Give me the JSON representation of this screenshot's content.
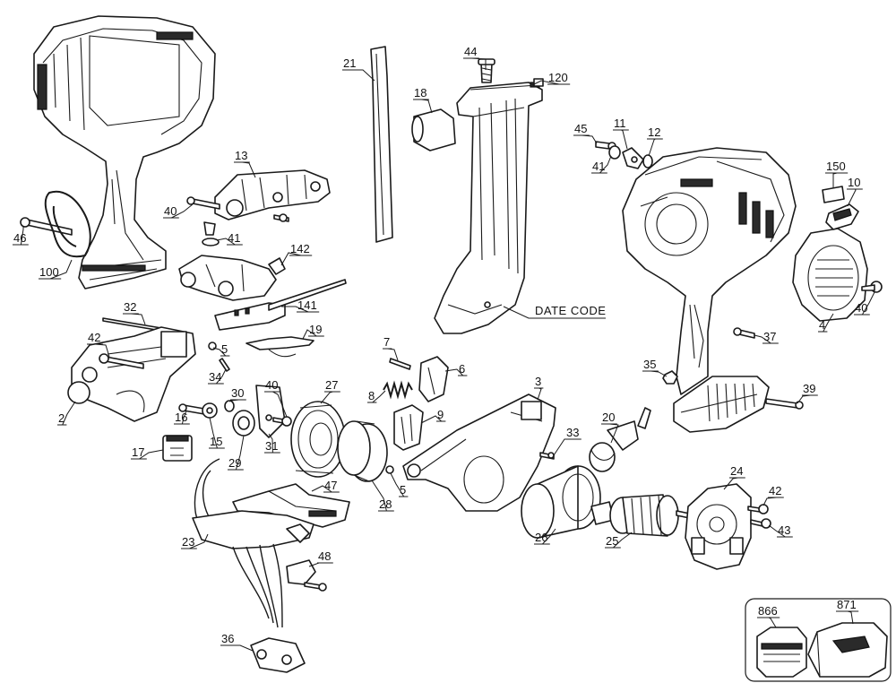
{
  "diagram": {
    "callouts": [
      {
        "id": "c44",
        "text": "44"
      },
      {
        "id": "c120",
        "text": "120"
      },
      {
        "id": "c21",
        "text": "21"
      },
      {
        "id": "c18",
        "text": "18"
      },
      {
        "id": "c13",
        "text": "13"
      },
      {
        "id": "c40a",
        "text": "40"
      },
      {
        "id": "c41a",
        "text": "41"
      },
      {
        "id": "c142",
        "text": "142"
      },
      {
        "id": "c46",
        "text": "46"
      },
      {
        "id": "c100",
        "text": "100"
      },
      {
        "id": "c141",
        "text": "141"
      },
      {
        "id": "c32",
        "text": "32"
      },
      {
        "id": "c19",
        "text": "19"
      },
      {
        "id": "c42a",
        "text": "42"
      },
      {
        "id": "c5a",
        "text": "5"
      },
      {
        "id": "c34",
        "text": "34"
      },
      {
        "id": "c2",
        "text": "2"
      },
      {
        "id": "c16",
        "text": "16"
      },
      {
        "id": "c30",
        "text": "30"
      },
      {
        "id": "c15",
        "text": "15"
      },
      {
        "id": "c29",
        "text": "29"
      },
      {
        "id": "c31",
        "text": "31"
      },
      {
        "id": "c40b",
        "text": "40"
      },
      {
        "id": "c27",
        "text": "27"
      },
      {
        "id": "c17",
        "text": "17"
      },
      {
        "id": "c7",
        "text": "7"
      },
      {
        "id": "c6",
        "text": "6"
      },
      {
        "id": "c8",
        "text": "8"
      },
      {
        "id": "c9",
        "text": "9"
      },
      {
        "id": "c28",
        "text": "28"
      },
      {
        "id": "c5b",
        "text": "5"
      },
      {
        "id": "c3",
        "text": "3"
      },
      {
        "id": "c33",
        "text": "33"
      },
      {
        "id": "c47",
        "text": "47"
      },
      {
        "id": "c23",
        "text": "23"
      },
      {
        "id": "c48",
        "text": "48"
      },
      {
        "id": "c36",
        "text": "36"
      },
      {
        "id": "c26",
        "text": "26"
      },
      {
        "id": "c20",
        "text": "20"
      },
      {
        "id": "c25",
        "text": "25"
      },
      {
        "id": "c24",
        "text": "24"
      },
      {
        "id": "c42b",
        "text": "42"
      },
      {
        "id": "c43",
        "text": "43"
      },
      {
        "id": "c45",
        "text": "45"
      },
      {
        "id": "c11",
        "text": "11"
      },
      {
        "id": "c12",
        "text": "12"
      },
      {
        "id": "c41b",
        "text": "41"
      },
      {
        "id": "c150",
        "text": "150"
      },
      {
        "id": "c10",
        "text": "10"
      },
      {
        "id": "c40c",
        "text": "40"
      },
      {
        "id": "c4",
        "text": "4"
      },
      {
        "id": "c37",
        "text": "37"
      },
      {
        "id": "c35",
        "text": "35"
      },
      {
        "id": "c39",
        "text": "39"
      },
      {
        "id": "c866",
        "text": "866"
      },
      {
        "id": "c871",
        "text": "871"
      }
    ],
    "date_code_label": "DATE CODE"
  }
}
